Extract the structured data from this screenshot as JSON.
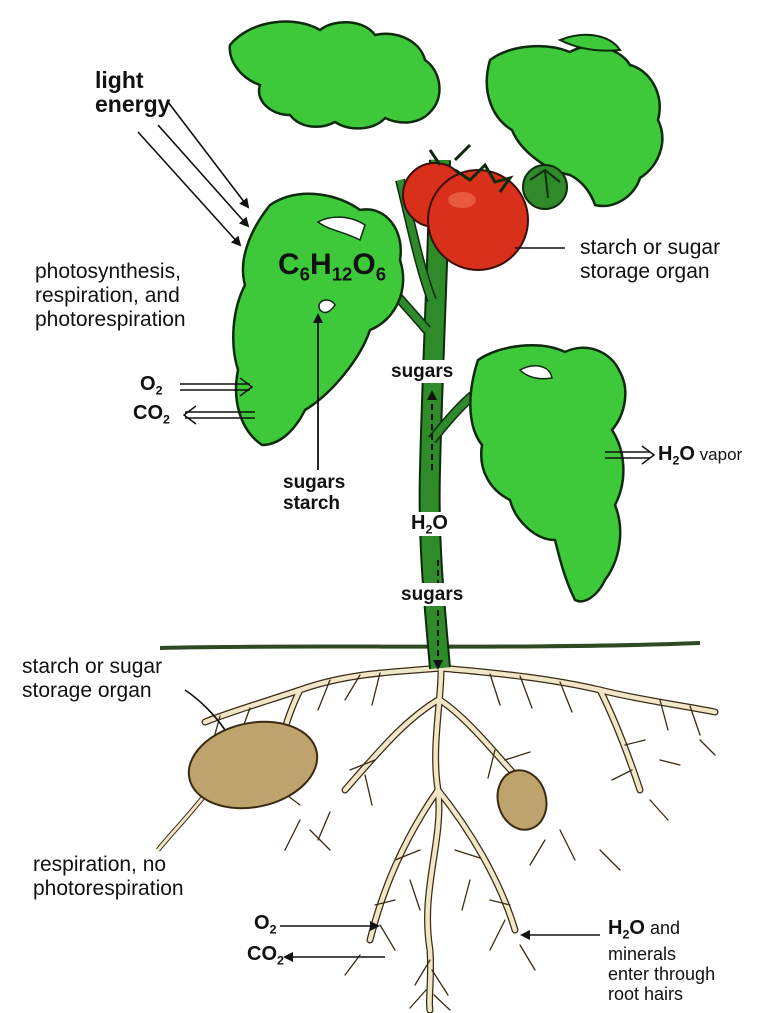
{
  "labels": {
    "light_energy_line1": "light",
    "light_energy_line2": "energy",
    "leaf_process_line1": "photosynthesis,",
    "leaf_process_line2": "respiration, and",
    "leaf_process_line3": "photorespiration",
    "sugars_starch_line1": "sugars",
    "sugars_starch_line2": "starch",
    "fruit_storage_line1": "starch or sugar",
    "fruit_storage_line2": "storage organ",
    "stem_sugars_upper": "sugars",
    "stem_sugars_lower": "sugars",
    "vapor": "vapor",
    "tuber_storage_line1": "starch or sugar",
    "tuber_storage_line2": "storage organ",
    "root_process_line1": "respiration, no",
    "root_process_line2": "photorespiration",
    "water_minerals_line1": "and",
    "water_minerals_line2": "minerals",
    "water_minerals_line3": "enter through",
    "water_minerals_line4": "root hairs"
  },
  "formulas": {
    "glucose": {
      "c": "C",
      "c_sub": "6",
      "h": "H",
      "h_sub": "12",
      "o": "O",
      "o_sub": "6"
    },
    "oxygen": {
      "sym": "O",
      "sub": "2"
    },
    "carbon_dioxide": {
      "sym": "CO",
      "sub": "2"
    },
    "water": {
      "sym1": "H",
      "sub": "2",
      "sym2": "O"
    }
  },
  "colors": {
    "leaf": "#3ec93a",
    "leaf_outline": "#0d2a0d",
    "tomato": "#d9301c",
    "tomato_highlight": "#ef6b4f",
    "potato": "#bfa36c",
    "root": "#f1e6c8",
    "root_outline": "#3a2a14",
    "stem": "#2f8a2a",
    "soil_line": "#2e4a22"
  }
}
